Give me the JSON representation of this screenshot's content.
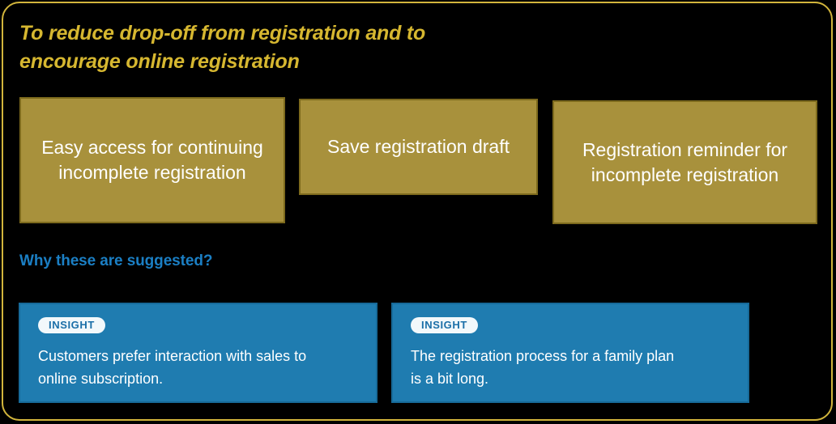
{
  "frame": {
    "border_color": "#d2b53c",
    "background": "#000000"
  },
  "title": {
    "text": "To reduce drop-off from registration and to\nencourage online registration",
    "color": "#d6b730"
  },
  "suggestions": {
    "fill_color": "#a8913c",
    "border_color": "#7d6a1d",
    "text_color": "#ffffff",
    "items": [
      {
        "label": "Easy access for continuing incomplete registration"
      },
      {
        "label": "Save registration draft"
      },
      {
        "label": "Registration reminder for incomplete registration"
      }
    ]
  },
  "section": {
    "heading": "Why these are suggested?",
    "heading_color": "#1b7fc4"
  },
  "insights": {
    "card_color": "#1f7cb0",
    "card_border_color": "#176a99",
    "badge_background": "#f2f8fb",
    "badge_text_color": "#1b6fa8",
    "items": [
      {
        "badge": "INSIGHT",
        "text": "Customers prefer interaction with sales to\nonline subscription."
      },
      {
        "badge": "INSIGHT",
        "text": "The registration process for a family plan\nis a bit long."
      }
    ]
  }
}
